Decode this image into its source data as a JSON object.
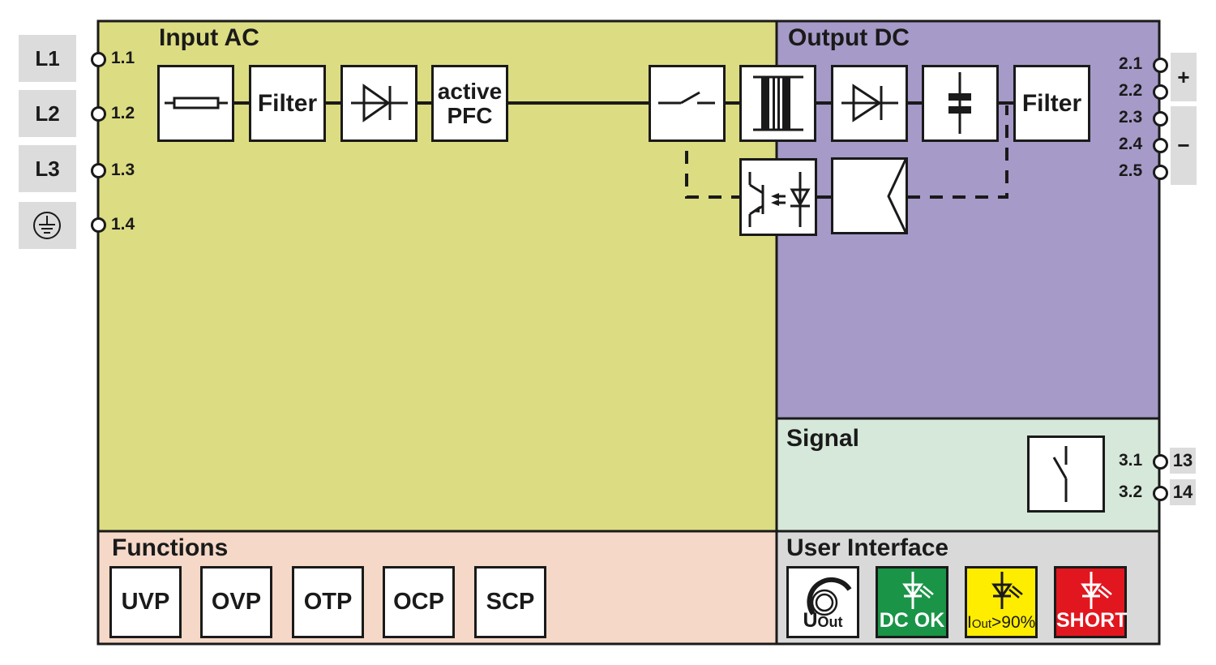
{
  "colors": {
    "input_ac": "#dcdc82",
    "output_dc": "#a69ac8",
    "signal": "#d6e8d9",
    "functions": "#f5d8c8",
    "user_interface": "#d9d9d9",
    "terminal_label_bg": "#dcdcdc",
    "dc_ok": "#1a9447",
    "iout_warn": "#ffed00",
    "short": "#e2161f",
    "line": "#1a1a1a"
  },
  "regions": {
    "input_ac": {
      "title": "Input AC"
    },
    "output_dc": {
      "title": "Output DC"
    },
    "signal": {
      "title": "Signal"
    },
    "functions": {
      "title": "Functions"
    },
    "user_interface": {
      "title": "User Interface"
    }
  },
  "input_terminals": [
    {
      "label": "L1",
      "pin": "1.1"
    },
    {
      "label": "L2",
      "pin": "1.2"
    },
    {
      "label": "L3",
      "pin": "1.3"
    },
    {
      "label": "ground-icon",
      "pin": "1.4"
    }
  ],
  "output_terminals": {
    "pins": [
      "2.1",
      "2.2",
      "2.3",
      "2.4",
      "2.5"
    ],
    "plus_label": "+",
    "minus_label": "−"
  },
  "signal_terminals": [
    {
      "pin": "3.1",
      "label": "13"
    },
    {
      "pin": "3.2",
      "label": "14"
    }
  ],
  "blocks": {
    "fuse": {
      "icon": "fuse-icon"
    },
    "input_filter": {
      "label": "Filter"
    },
    "rectifier": {
      "icon": "diode-icon"
    },
    "pfc": {
      "line1": "active",
      "line2": "PFC"
    },
    "switch": {
      "icon": "switch-icon"
    },
    "transformer": {
      "icon": "transformer-icon"
    },
    "output_rectifier": {
      "icon": "diode-icon"
    },
    "capacitor": {
      "icon": "capacitor-icon"
    },
    "output_filter": {
      "label": "Filter"
    },
    "optocoupler": {
      "icon": "optocoupler-icon"
    },
    "controller": {
      "icon": "amplifier-icon"
    },
    "signal_relay": {
      "icon": "relay-contact-icon"
    }
  },
  "functions": [
    "UVP",
    "OVP",
    "OTP",
    "OCP",
    "SCP"
  ],
  "user_interface": {
    "potentiometer": {
      "main": "U",
      "sub": "Out"
    },
    "dc_ok": {
      "label": "DC OK"
    },
    "iout": {
      "main": "I",
      "sub": "Out",
      "rest": ">90%"
    },
    "short": {
      "label": "SHORT"
    }
  }
}
